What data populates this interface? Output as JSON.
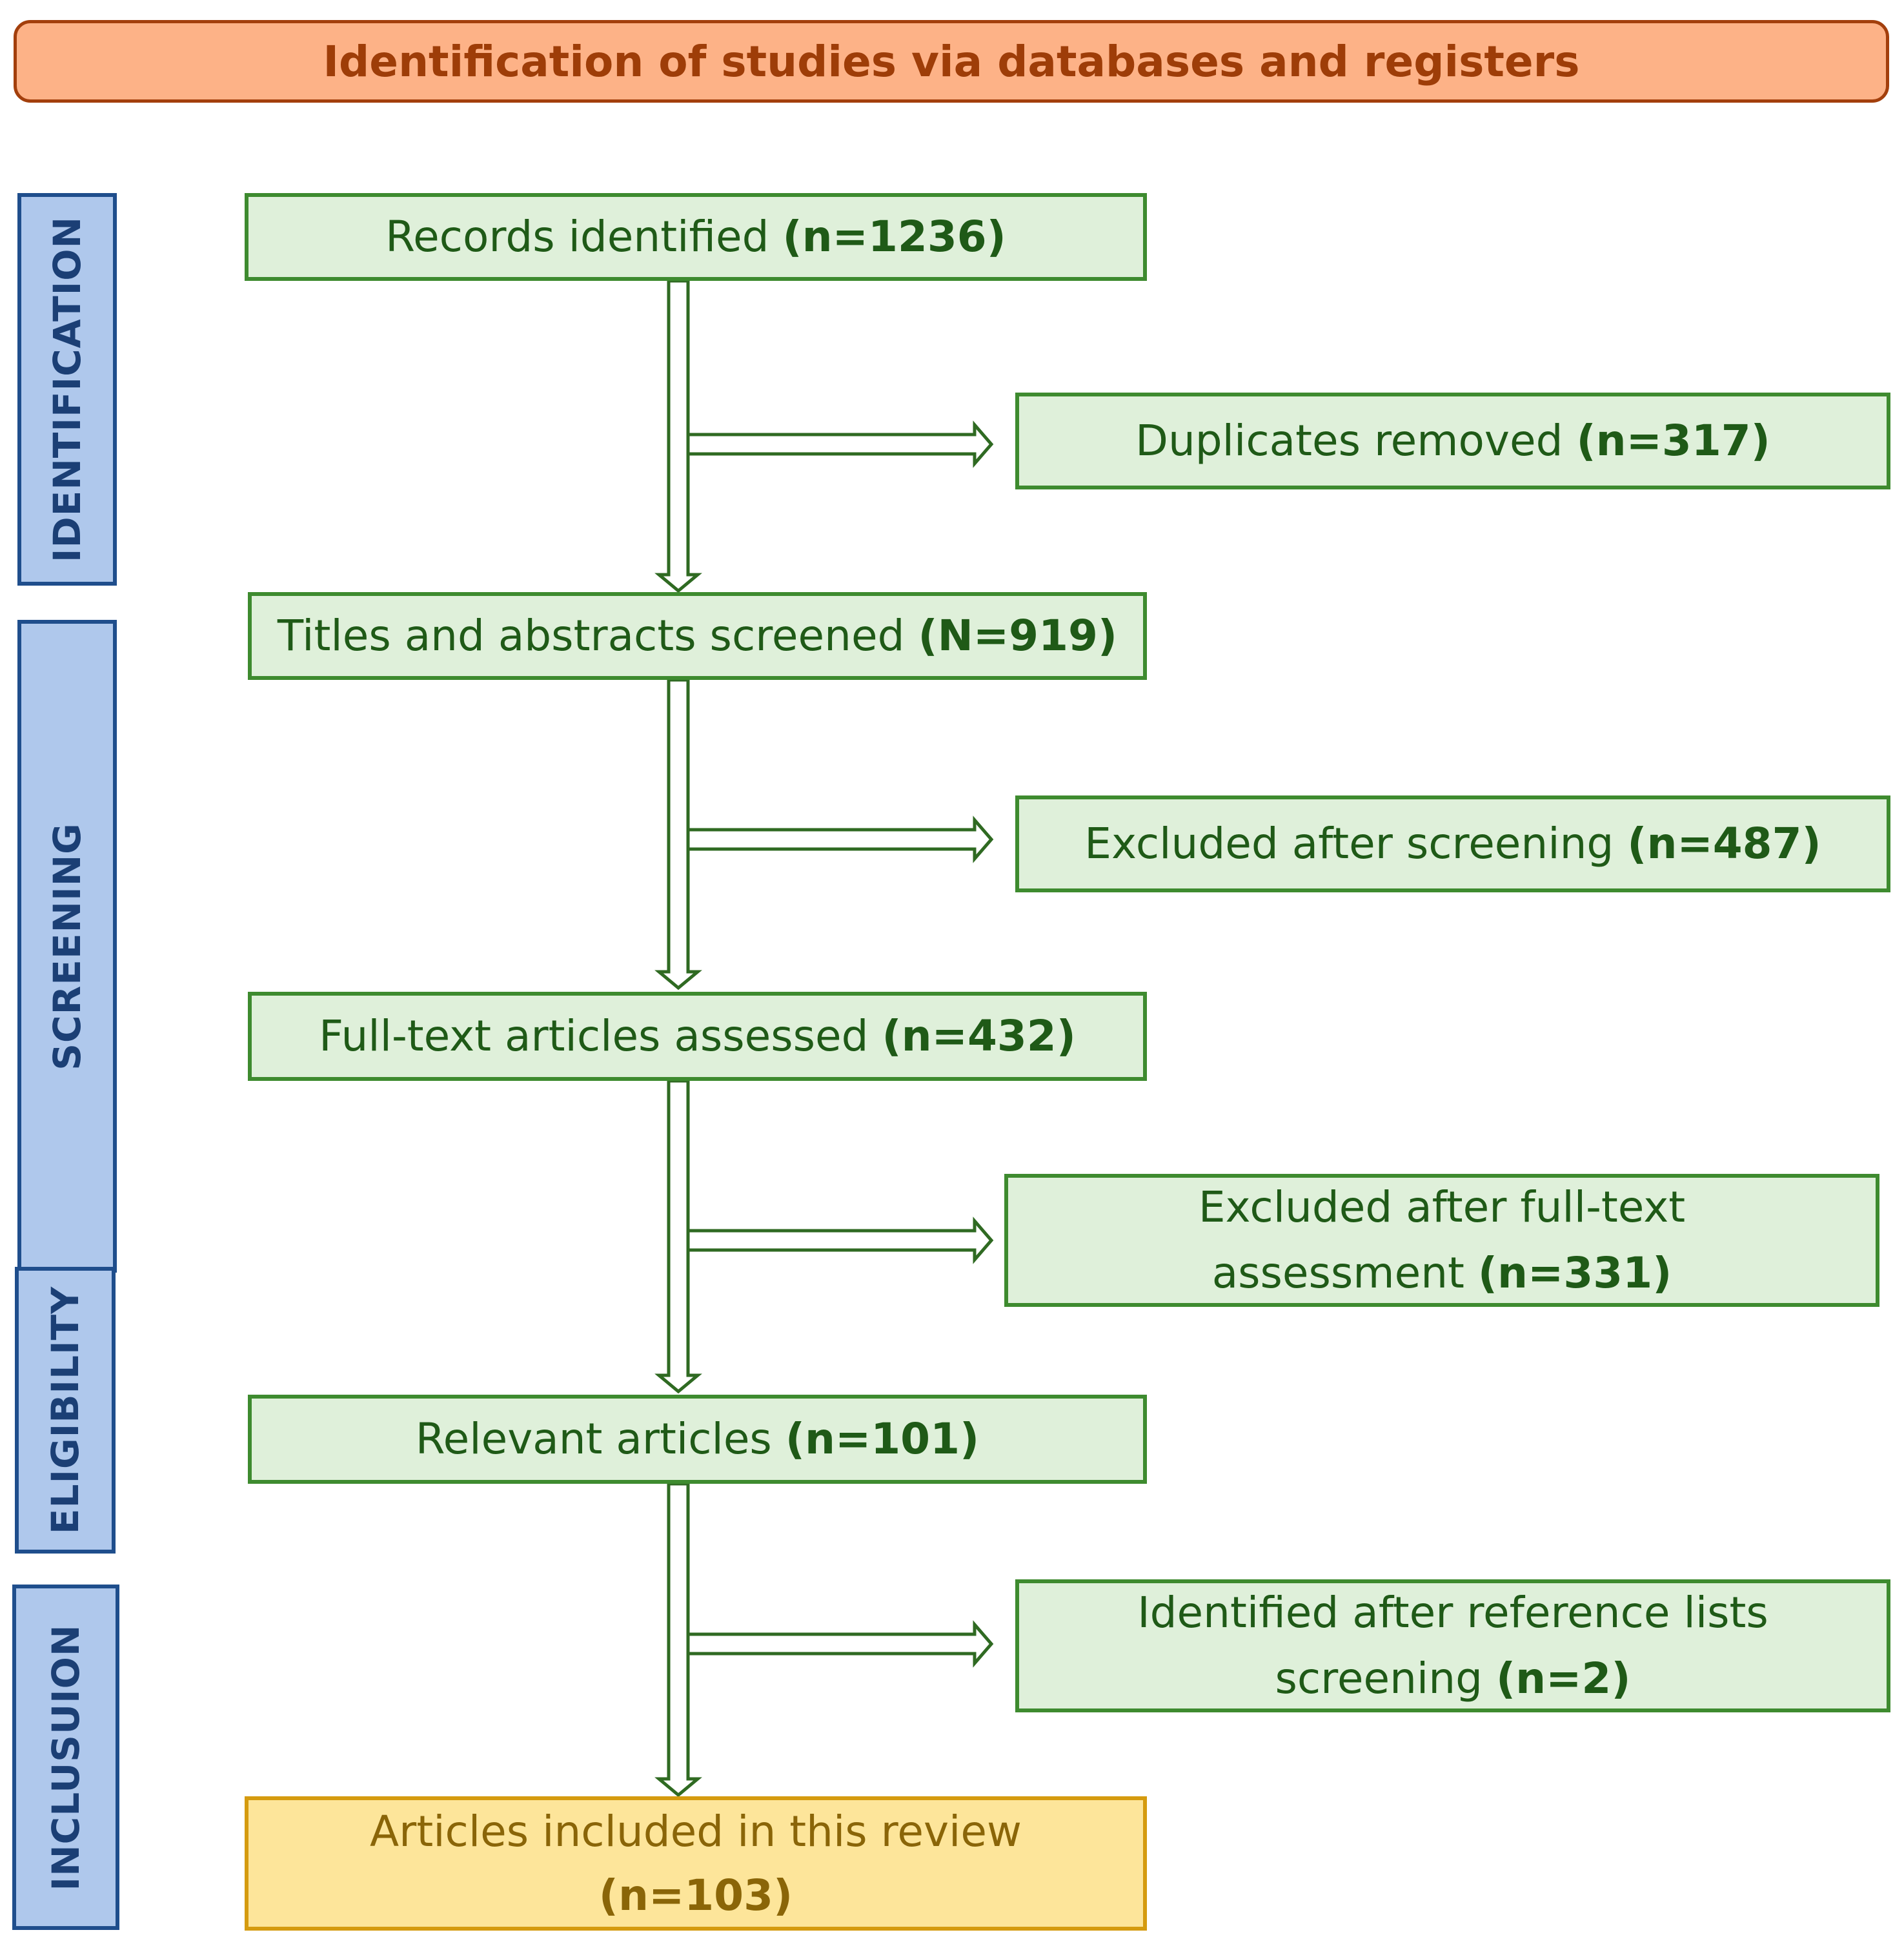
{
  "header": {
    "title": "Identification of studies via databases and registers"
  },
  "stages": [
    {
      "label": "IDENTIFICATION"
    },
    {
      "label": "SCREENING"
    },
    {
      "label": "ELIGIBILITY"
    },
    {
      "label": "INCLUSUION"
    }
  ],
  "main": {
    "records": {
      "text": "Records identified",
      "count": "(n=1236)"
    },
    "titles": {
      "text": "Titles and abstracts screened",
      "count": "(N=919)"
    },
    "fulltext": {
      "text": "Full-text articles assessed",
      "count": "(n=432)"
    },
    "relevant": {
      "text": "Relevant articles",
      "count": "(n=101)"
    },
    "included": {
      "line1": "Articles included in this review",
      "count": "(n=103)"
    }
  },
  "side": {
    "duplicates": {
      "text": "Duplicates removed",
      "count": "(n=317)"
    },
    "excluded_screening": {
      "text": "Excluded after screening",
      "count": "(n=487)"
    },
    "excluded_fulltext": {
      "line1": "Excluded after full-text",
      "line2": "assessment",
      "count": "(n=331)"
    },
    "identified_refs": {
      "line1": "Identified after reference lists",
      "line2": "screening",
      "count": "(n=2)"
    }
  },
  "colors": {
    "header_fill": "#FDB287",
    "header_border": "#A33F0C",
    "stage_fill": "#AFC8EC",
    "stage_border": "#1F4E8C",
    "box_fill": "#DFF0DA",
    "box_border": "#3E8B2F",
    "final_fill": "#FDE59A",
    "final_border": "#D59B0F"
  }
}
